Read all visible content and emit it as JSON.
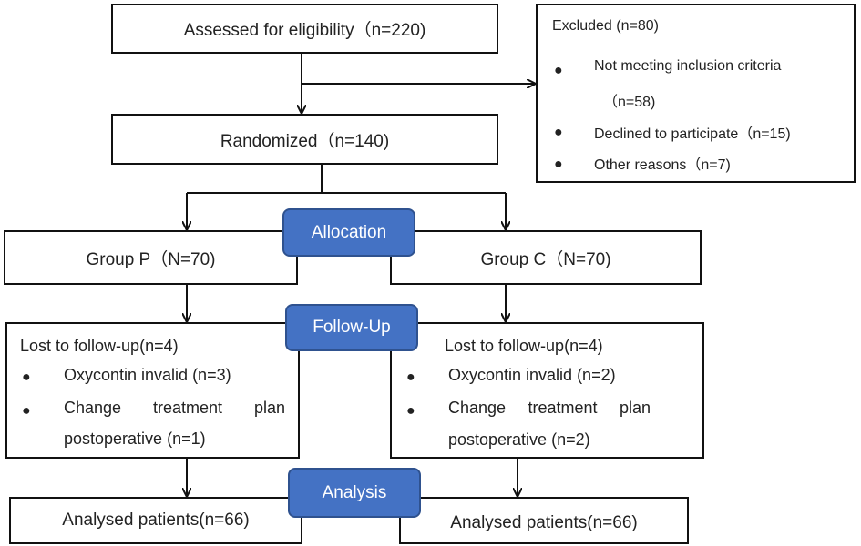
{
  "assessed": "Assessed for eligibility（n=220)",
  "excluded": {
    "title": "Excluded (n=80)",
    "items": [
      "Not meeting inclusion criteria",
      "（n=58)",
      "Declined to participate（n=15)",
      "Other reasons（n=7)"
    ]
  },
  "randomized": "Randomized（n=140)",
  "labels": {
    "allocation": "Allocation",
    "followup": "Follow-Up",
    "analysis": "Analysis"
  },
  "group_p": "Group P（N=70)",
  "group_c": "Group C（N=70)",
  "followup_p": {
    "title": "Lost to follow-up(n=4)",
    "item1": "Oxycontin invalid (n=3)",
    "item2_words": [
      "Change",
      "treatment",
      "plan"
    ],
    "item2_line2": "postoperative (n=1)"
  },
  "followup_c": {
    "title": "Lost to follow-up(n=4)",
    "item1": "Oxycontin invalid (n=2)",
    "item2_words": [
      "Change",
      "treatment",
      "plan"
    ],
    "item2_line2": "postoperative (n=2)"
  },
  "analysed_p": "Analysed patients(n=66)",
  "analysed_c": "Analysed patients(n=66)",
  "bullet_glyph": "●"
}
